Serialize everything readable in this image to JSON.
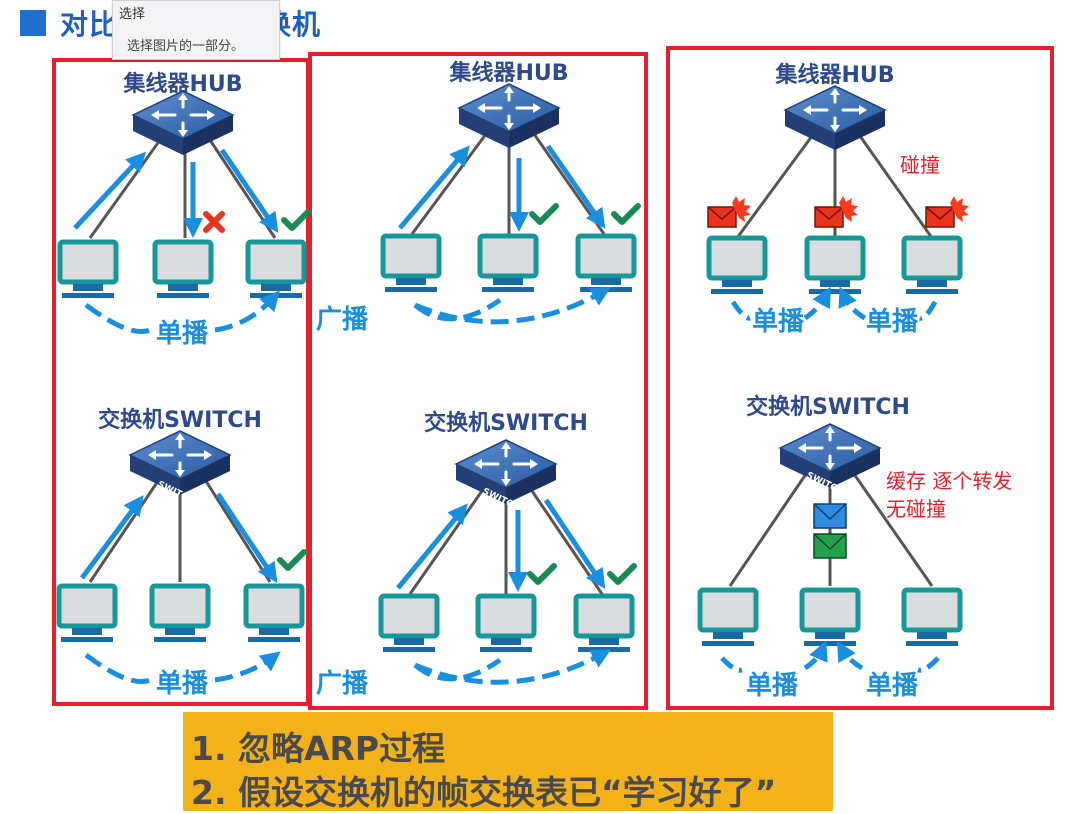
{
  "title": "对比集线器和交换机",
  "tooltip": {
    "title": "选择",
    "description": "选择图片的一部分。"
  },
  "panels": {
    "unicast": {
      "hub_label": "集线器HUB",
      "switch_label": "交换机SWITCH",
      "mode_label_top": "单播",
      "mode_label_bottom": "单播"
    },
    "broadcast": {
      "hub_label": "集线器HUB",
      "switch_label": "交换机SWITCH",
      "mode_label_top": "广播",
      "mode_label_bottom": "广播"
    },
    "collision": {
      "hub_label": "集线器HUB",
      "switch_label": "交换机SWITCH",
      "collision_note": "碰撞",
      "switch_note_line1": "缓存  逐个转发",
      "switch_note_line2": "无碰撞",
      "mode_label_top_left": "单播",
      "mode_label_top_right": "单播",
      "mode_label_bottom_left": "单播",
      "mode_label_bottom_right": "单播"
    }
  },
  "device_badge": "SWITCH",
  "notes": {
    "line1": "1. 忽略ARP过程",
    "line2": "2. 假设交换机的帧交换表已“学习好了”"
  },
  "colors": {
    "panel_border": "#e3202b",
    "arrow_blue": "#1a8fe0",
    "check_green": "#1a8a55",
    "cross_red": "#e8341f",
    "annotation_red": "#e3202b",
    "banner": "#f4b21a"
  }
}
